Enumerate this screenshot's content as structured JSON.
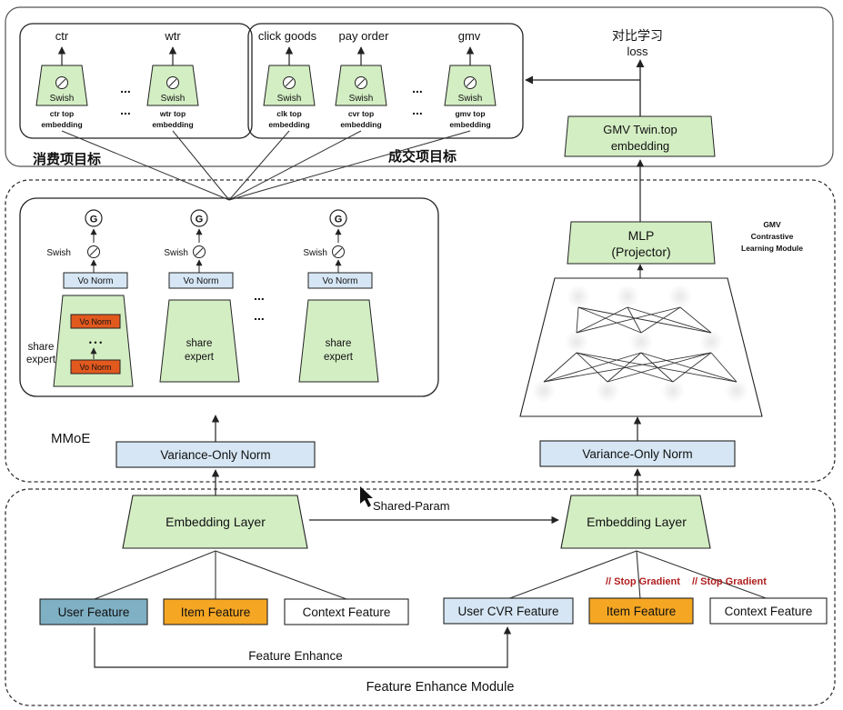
{
  "top_section": {
    "consumption_targets_label": "消费项目标",
    "transaction_targets_label": "成交项目标",
    "contrastive_loss_label_line1": "对比学习",
    "contrastive_loss_label_line2": "loss"
  },
  "towers": [
    {
      "output": "ctr",
      "activation": "Swish",
      "embedding_line1": "ctr top",
      "embedding_line2": "embedding"
    },
    {
      "output": "wtr",
      "activation": "Swish",
      "embedding_line1": "wtr top",
      "embedding_line2": "embedding"
    },
    {
      "output": "click goods",
      "activation": "Swish",
      "embedding_line1": "clk top",
      "embedding_line2": "embedding"
    },
    {
      "output": "pay order",
      "activation": "Swish",
      "embedding_line1": "cvr top",
      "embedding_line2": "embedding"
    },
    {
      "output": "gmv",
      "activation": "Swish",
      "embedding_line1": "gmv top",
      "embedding_line2": "embedding"
    }
  ],
  "ellipsis": "...",
  "gmv_twin": {
    "line1": "GMV Twin.top",
    "line2": "embedding"
  },
  "mmoe": {
    "label": "MMoE",
    "gate": "G",
    "activation": "Swish",
    "vo_norm": "Vo Norm",
    "expert_line1": "share",
    "expert_line2": "expert",
    "inner_norm": "Vo Norm",
    "inner_dots": "• • •"
  },
  "contrastive_module": {
    "mlp_line1": "MLP",
    "mlp_line2": "(Projector)",
    "title_line1": "GMV",
    "title_line2": "Contrastive",
    "title_line3": "Learning Module"
  },
  "variance_norm_left": "Variance-Only Norm",
  "variance_norm_right": "Variance-Only Norm",
  "embedding_layer_left": "Embedding Layer",
  "embedding_layer_right": "Embedding Layer",
  "shared_param": "Shared-Param",
  "stop_gradient": "// Stop Gradient",
  "features_left": {
    "user": "User Feature",
    "item": "Item Feature",
    "context": "Context Feature"
  },
  "features_right": {
    "user": "User CVR Feature",
    "item": "Item Feature",
    "context": "Context Feature"
  },
  "feature_enhance": "Feature Enhance",
  "feature_enhance_module": "Feature Enhance Module",
  "colors": {
    "green_fill": "#d4eec4",
    "blue_fill": "#d6e6f4",
    "teal_fill": "#7fb0c4",
    "orange_fill": "#f5a623",
    "red_fill": "#e2591e",
    "stop_gradient_red": "#b01e1e"
  }
}
